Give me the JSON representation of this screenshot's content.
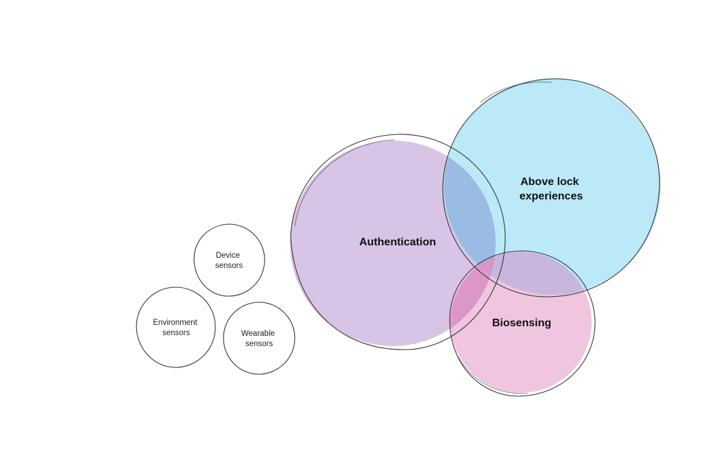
{
  "diagram": {
    "type": "venn",
    "colors": {
      "authentication": "#d6c2e4",
      "above_lock": "#b3e6f7",
      "biosensing": "#eebfdd",
      "overlap_auth_above": "#9abbe4",
      "overlap_auth_bio": "#d98fc4",
      "overlap_above_bio": "#c9b6dd",
      "outline": "#333333",
      "background": "#ffffff"
    },
    "circles": [
      {
        "id": "authentication",
        "label_lines": [
          "Authentication"
        ]
      },
      {
        "id": "above_lock",
        "label_lines": [
          "Above lock",
          "experiences"
        ]
      },
      {
        "id": "biosensing",
        "label_lines": [
          "Biosensing"
        ]
      }
    ],
    "sensors": [
      {
        "id": "device",
        "label_lines": [
          "Device",
          "sensors"
        ]
      },
      {
        "id": "environment",
        "label_lines": [
          "Environment",
          "sensors"
        ]
      },
      {
        "id": "wearable",
        "label_lines": [
          "Wearable",
          "sensors"
        ]
      }
    ]
  }
}
